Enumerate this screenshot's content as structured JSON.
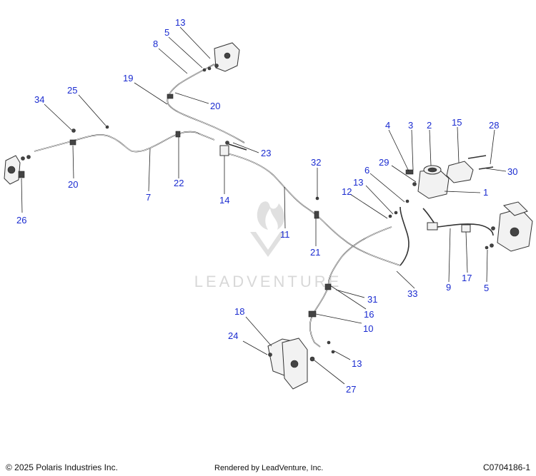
{
  "callouts": [
    {
      "id": "13a",
      "label": "13"
    },
    {
      "id": "5a",
      "label": "5"
    },
    {
      "id": "8",
      "label": "8"
    },
    {
      "id": "19",
      "label": "19"
    },
    {
      "id": "20a",
      "label": "20"
    },
    {
      "id": "34",
      "label": "34"
    },
    {
      "id": "25",
      "label": "25"
    },
    {
      "id": "20b",
      "label": "20"
    },
    {
      "id": "26",
      "label": "26"
    },
    {
      "id": "7",
      "label": "7"
    },
    {
      "id": "22",
      "label": "22"
    },
    {
      "id": "23",
      "label": "23"
    },
    {
      "id": "14",
      "label": "14"
    },
    {
      "id": "32",
      "label": "32"
    },
    {
      "id": "11",
      "label": "11"
    },
    {
      "id": "21",
      "label": "21"
    },
    {
      "id": "4",
      "label": "4"
    },
    {
      "id": "3",
      "label": "3"
    },
    {
      "id": "2",
      "label": "2"
    },
    {
      "id": "15",
      "label": "15"
    },
    {
      "id": "28",
      "label": "28"
    },
    {
      "id": "29",
      "label": "29"
    },
    {
      "id": "30",
      "label": "30"
    },
    {
      "id": "6",
      "label": "6"
    },
    {
      "id": "13b",
      "label": "13"
    },
    {
      "id": "12",
      "label": "12"
    },
    {
      "id": "1",
      "label": "1"
    },
    {
      "id": "9",
      "label": "9"
    },
    {
      "id": "17",
      "label": "17"
    },
    {
      "id": "5b",
      "label": "5"
    },
    {
      "id": "33",
      "label": "33"
    },
    {
      "id": "31",
      "label": "31"
    },
    {
      "id": "16",
      "label": "16"
    },
    {
      "id": "10",
      "label": "10"
    },
    {
      "id": "18",
      "label": "18"
    },
    {
      "id": "24",
      "label": "24"
    },
    {
      "id": "13c",
      "label": "13"
    },
    {
      "id": "27",
      "label": "27"
    }
  ],
  "watermark": {
    "text": "LEADVENTURE"
  },
  "footer": {
    "copyright": "© 2025 Polaris Industries Inc.",
    "rendered": "Rendered by LeadVenture, Inc.",
    "code": "C0704186-1"
  }
}
